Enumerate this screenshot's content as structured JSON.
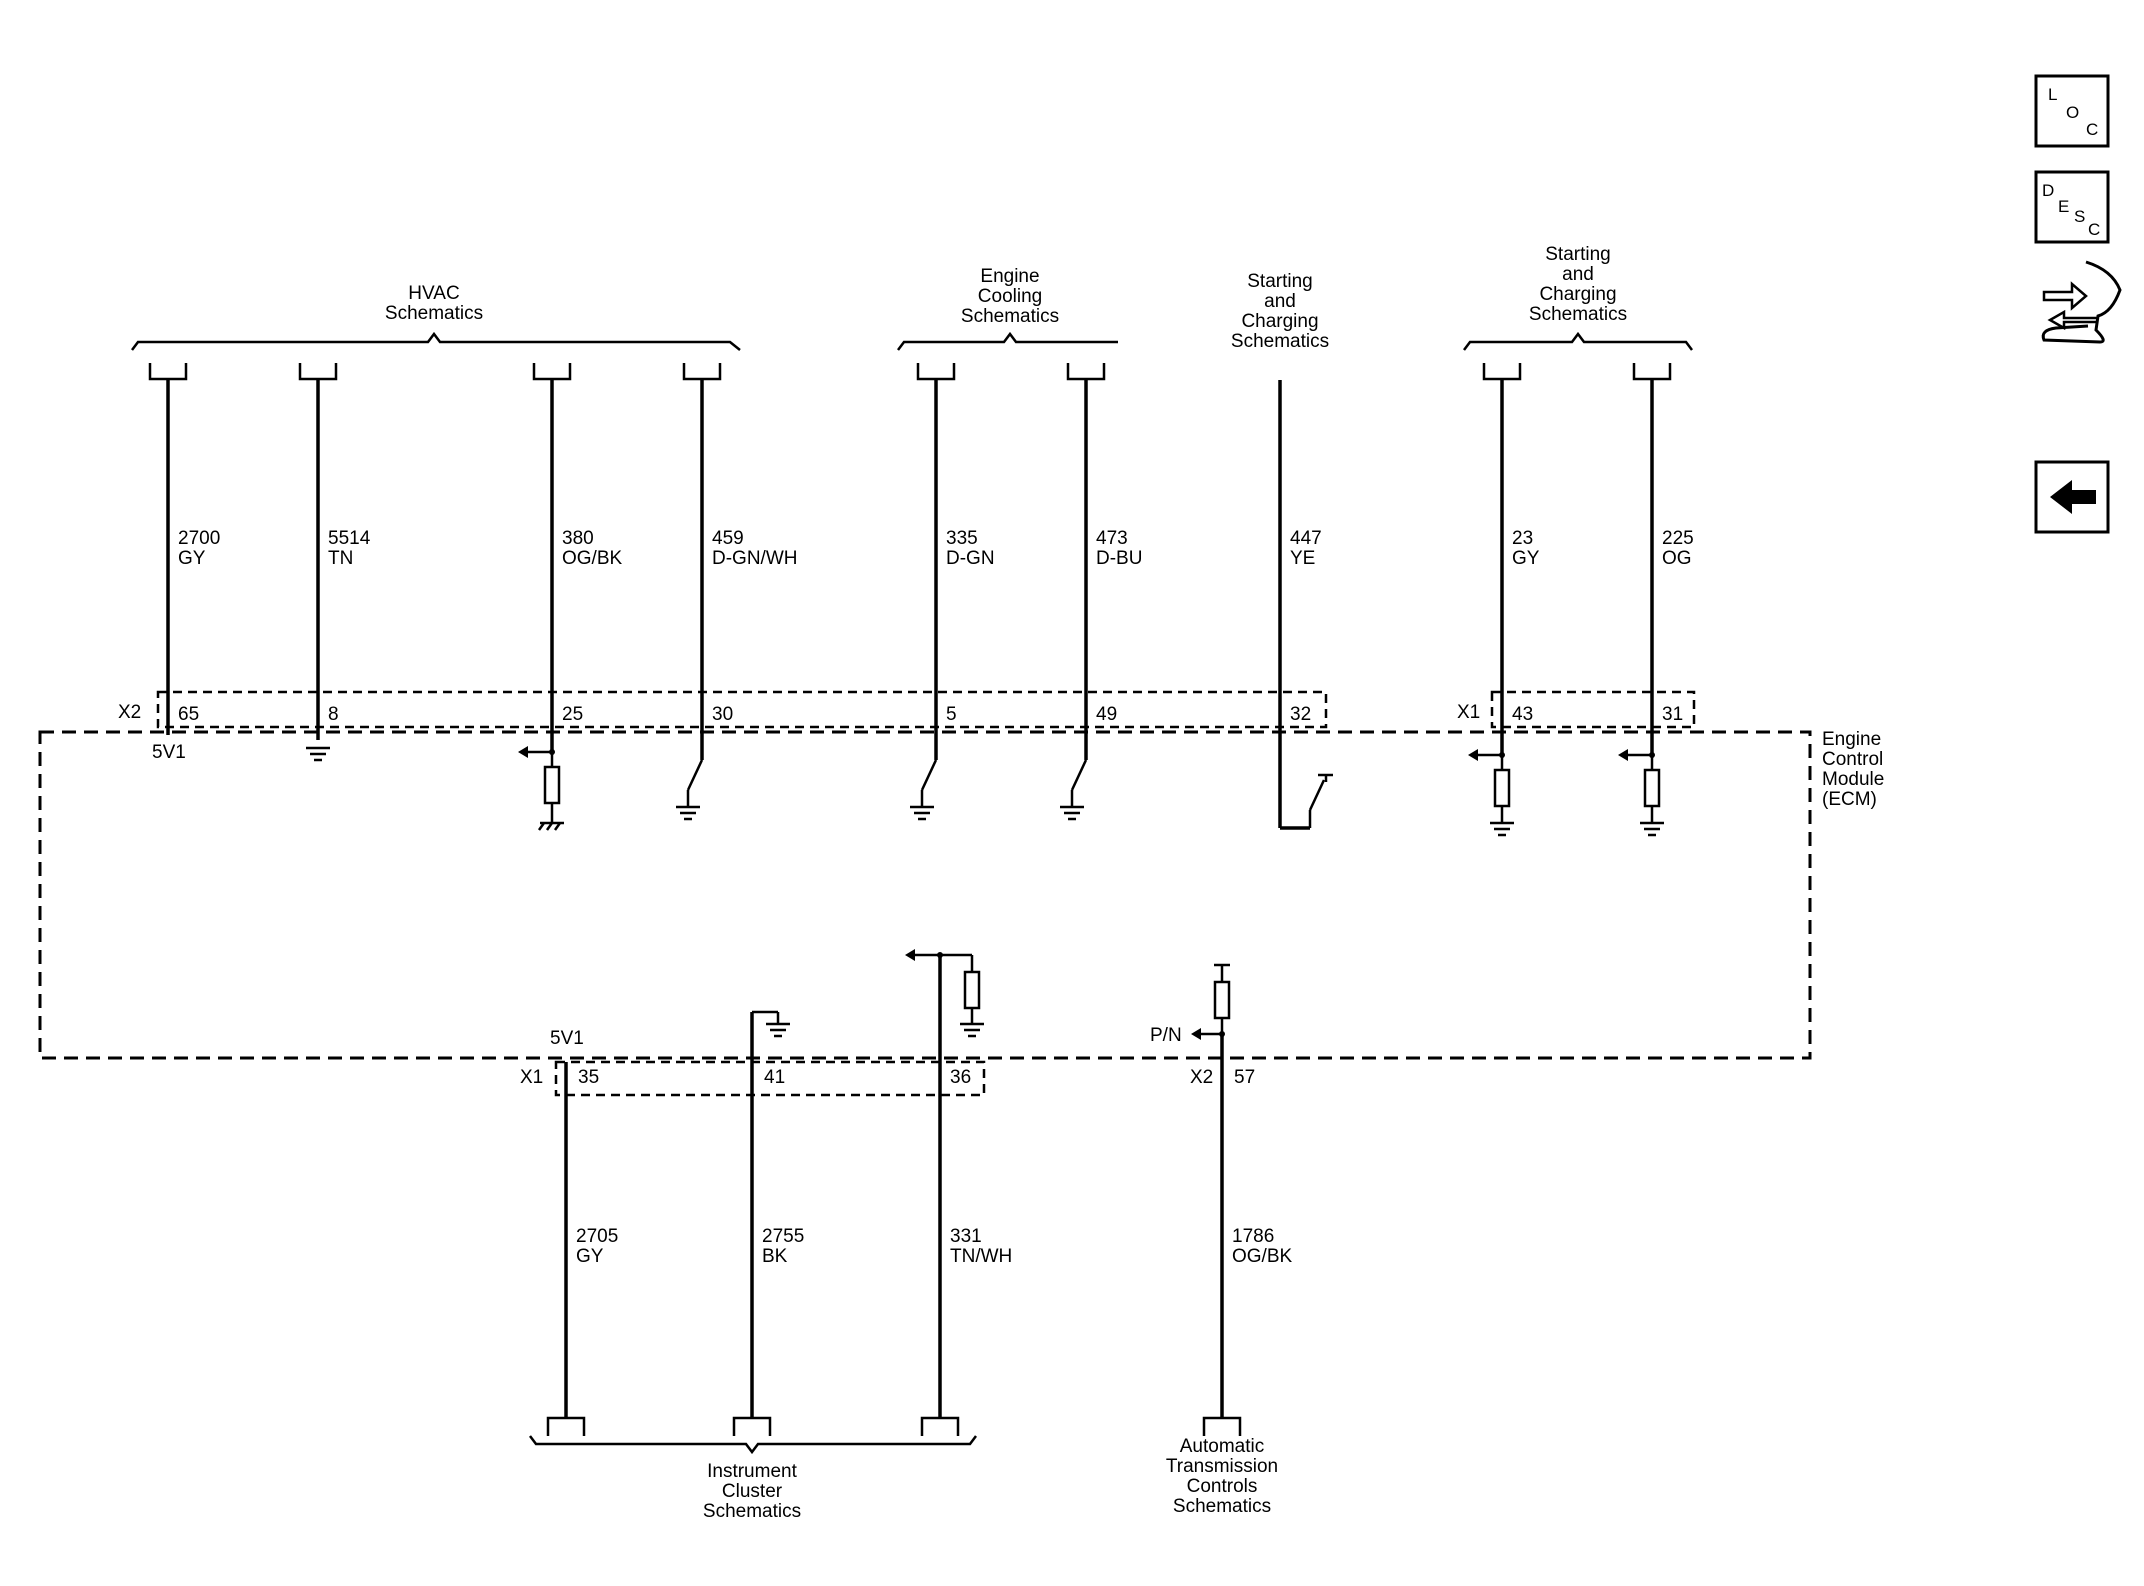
{
  "groups": {
    "hvac": [
      "HVAC",
      "Schematics"
    ],
    "engine_cooling": [
      "Engine",
      "Cooling",
      "Schematics"
    ],
    "starting_charging_mid": [
      "Starting",
      "and",
      "Charging",
      "Schematics"
    ],
    "starting_charging_right": [
      "Starting",
      "and",
      "Charging",
      "Schematics"
    ],
    "instrument_cluster": [
      "Instrument",
      "Cluster",
      "Schematics"
    ],
    "automatic_transmission": [
      "Automatic",
      "Transmission",
      "Controls",
      "Schematics"
    ]
  },
  "module": {
    "name_lines": [
      "Engine",
      "Control",
      "Module",
      "(ECM)"
    ]
  },
  "connectors": {
    "top_x2": "X2",
    "top_x1": "X1",
    "bottom_x1": "X1",
    "bottom_x2": "X2"
  },
  "top_circuits": [
    {
      "circuit": "2700",
      "color": "GY",
      "pin": "65"
    },
    {
      "circuit": "5514",
      "color": "TN",
      "pin": "8"
    },
    {
      "circuit": "380",
      "color": "OG/BK",
      "pin": "25"
    },
    {
      "circuit": "459",
      "color": "D-GN/WH",
      "pin": "30"
    },
    {
      "circuit": "335",
      "color": "D-GN",
      "pin": "5"
    },
    {
      "circuit": "473",
      "color": "D-BU",
      "pin": "49"
    },
    {
      "circuit": "447",
      "color": "YE",
      "pin": "32"
    },
    {
      "circuit": "23",
      "color": "GY",
      "pin": "43"
    },
    {
      "circuit": "225",
      "color": "OG",
      "pin": "31"
    }
  ],
  "bottom_circuits": [
    {
      "circuit": "2705",
      "color": "GY",
      "pin": "35"
    },
    {
      "circuit": "2755",
      "color": "BK",
      "pin": "41"
    },
    {
      "circuit": "331",
      "color": "TN/WH",
      "pin": "36"
    },
    {
      "circuit": "1786",
      "color": "OG/BK",
      "pin": "57"
    }
  ],
  "internal_labels": {
    "top_5v1": "5V1",
    "bottom_5v1": "5V1",
    "pn": "P/N"
  },
  "nav": {
    "loc": [
      "L",
      "O",
      "C"
    ],
    "desc": [
      "D",
      "E",
      "S",
      "C"
    ],
    "connector_icon": "connector-end-view-icon",
    "back_icon": "back-arrow-icon"
  }
}
